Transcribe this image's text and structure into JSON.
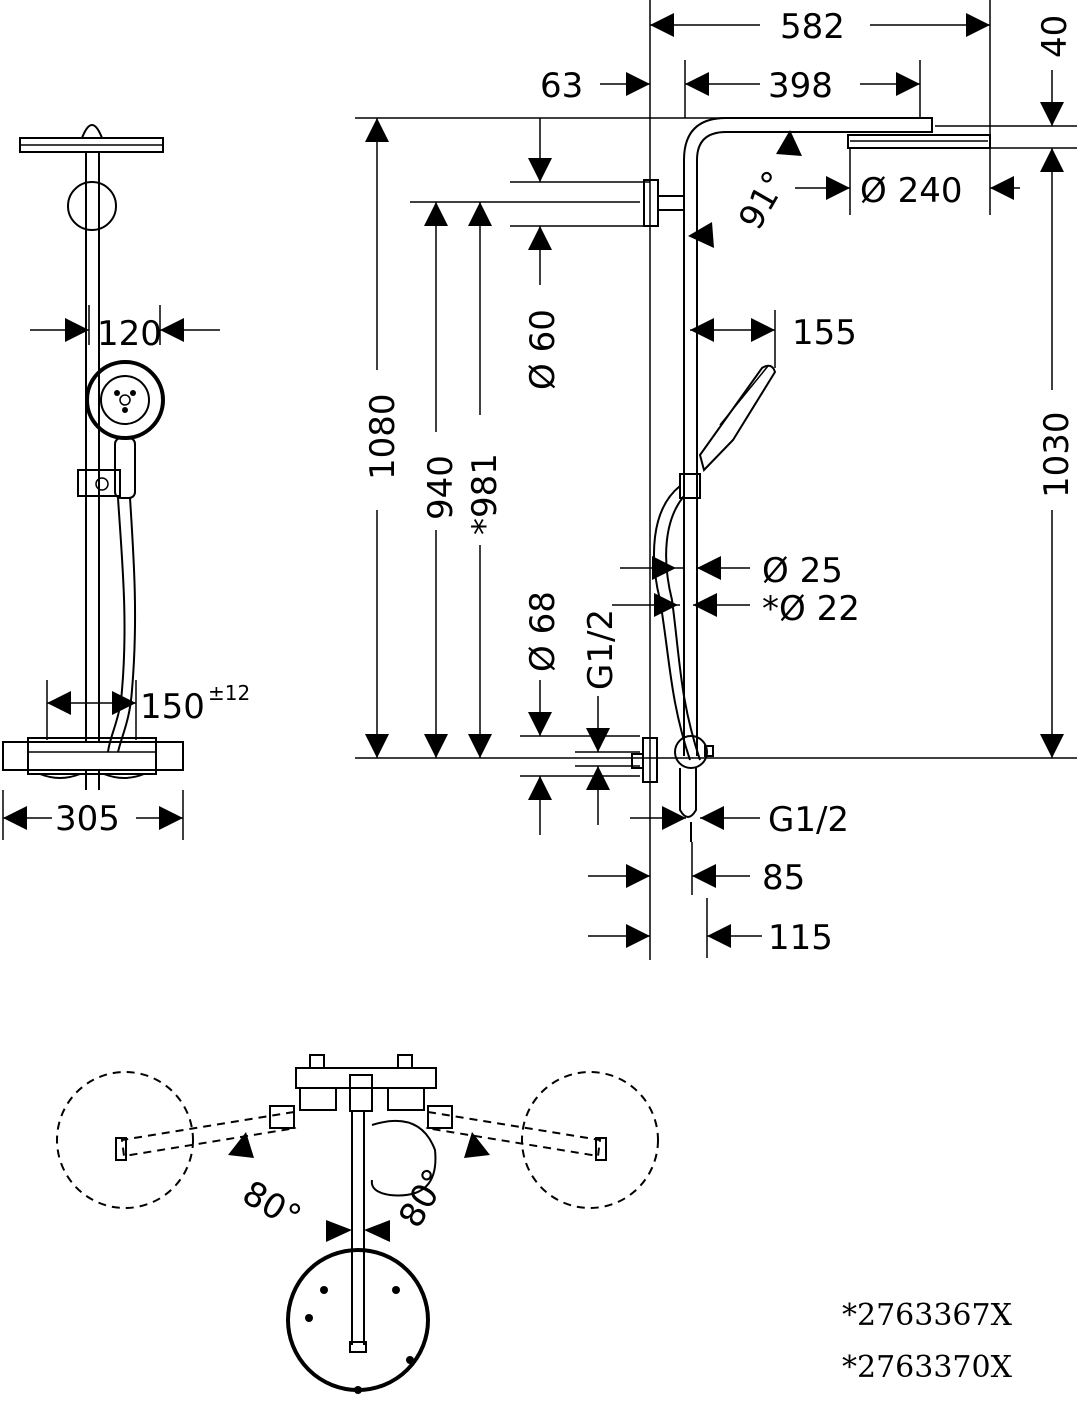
{
  "dimensions": {
    "width_582": "582",
    "offset_40": "40",
    "offset_63": "63",
    "arm_398": "398",
    "angle_91": "91°",
    "head_dia_240": "Ø 240",
    "pipe_dia_60": "Ø 60",
    "handshower_155": "155",
    "height_1080": "1080",
    "height_940": "940",
    "height_981": "*981",
    "height_1030": "1030",
    "rod_dia_25": "Ø 25",
    "rod_dia_22": "*Ø 22",
    "mixer_dia_68": "Ø 68",
    "thread_g12_left": "G1/2",
    "thread_g12_right": "G1/2",
    "depth_85": "85",
    "depth_115": "115",
    "handshower_120": "120",
    "centres_150": "150",
    "centres_150_tol": "±12",
    "mixer_305": "305",
    "swivel_left": "80°",
    "swivel_right": "80°"
  },
  "notes": [
    "*2763367X",
    "*2763370X"
  ]
}
